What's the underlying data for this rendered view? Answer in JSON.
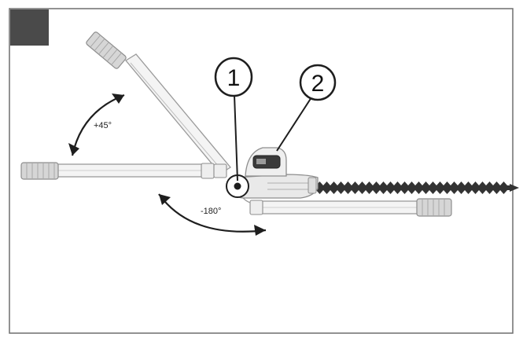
{
  "figure": {
    "colors": {
      "frame": "#6e6e6e",
      "corner_tab": "#4a4a4a",
      "line": "#1e1e1e",
      "outline": "#9a9a9a",
      "part_fill": "#f4f4f4",
      "grip_fill": "#d6d6d6",
      "motor_fill": "#e9e9e9",
      "blade": "#333333"
    },
    "icons": {
      "angle_up_arrow": "curved-double-arrow-icon",
      "angle_down_arrow": "curved-double-arrow-icon"
    },
    "callouts": [
      {
        "number": "1",
        "part": "pivot-joint"
      },
      {
        "number": "2",
        "part": "motor-housing"
      }
    ],
    "angle_labels": {
      "upper": "+45°",
      "lower": "-180°"
    }
  }
}
